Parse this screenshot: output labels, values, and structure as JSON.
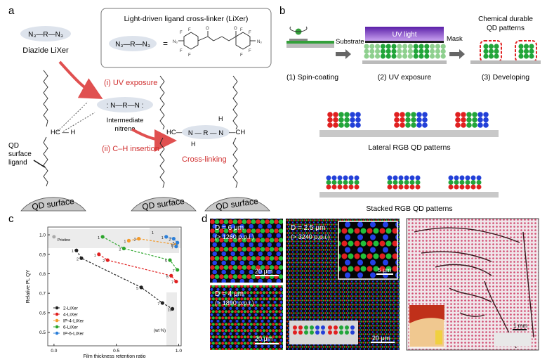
{
  "panels": {
    "a": "a",
    "b": "b",
    "c": "c",
    "d": "d"
  },
  "a": {
    "diazide_formula": "N₃—R—N₃",
    "diazide_label": "Diazide LiXer",
    "box_title": "Light-driven ligand cross-linker (LiXer)",
    "box_formula": "N₃—R—N₃",
    "equals": "=",
    "step1": "(i) UV exposure",
    "nitrene_formula": ": N—R—N :",
    "nitrene_label_1": "Intermediate",
    "nitrene_label_2": "nitrene",
    "hc_h": "HC — H",
    "step2": "(ii) C–H insertion",
    "product_left": "HC—",
    "product_formula": "N — R — N",
    "product_right": "—CH",
    "h_atom": "H",
    "crosslinking": "Cross-linking",
    "ligand_label_1": "QD",
    "ligand_label_2": "surface",
    "ligand_label_3": "ligand",
    "qd_surface": "QD surface"
  },
  "b": {
    "substrate": "Substrate",
    "uv_light": "UV light",
    "mask": "Mask",
    "durable_1": "Chemical durable",
    "durable_2": "QD patterns",
    "step1": "(1) Spin-coating",
    "step2": "(2) UV exposure",
    "step3": "(3) Developing",
    "lateral": "Lateral RGB QD patterns",
    "stacked": "Stacked RGB QD patterns",
    "colors": {
      "red": "#e02020",
      "green": "#22a53a",
      "blue": "#2340d8",
      "uv": "#7a38c8"
    }
  },
  "c": {
    "annotation": "(wt %)",
    "pristine_label": "Pristine",
    "highlight_box_number": "1"
  },
  "chart_data": {
    "type": "scatter",
    "title": "",
    "xlabel": "Film thickness retention ratio",
    "ylabel": "Relative PL QY",
    "xlim": [
      -0.05,
      1.02
    ],
    "ylim": [
      0.43,
      1.04
    ],
    "xticks": [
      "0.0",
      "0.5",
      "1.0"
    ],
    "yticks": [
      "0.5",
      "0.6",
      "0.7",
      "0.8",
      "0.9",
      "1.0"
    ],
    "legend_position": "bottom-left",
    "pristine": {
      "x": 0.0,
      "y": 0.99
    },
    "series": [
      {
        "name": "2-LiXer",
        "color": "#222222",
        "points": [
          [
            0.18,
            0.92,
            "1"
          ],
          [
            0.22,
            0.88,
            "2"
          ],
          [
            0.7,
            0.73,
            "5"
          ],
          [
            0.87,
            0.65,
            "7"
          ],
          [
            0.95,
            0.62,
            "10"
          ]
        ]
      },
      {
        "name": "4-LiXer",
        "color": "#e02020",
        "points": [
          [
            0.36,
            0.9,
            "1"
          ],
          [
            0.43,
            0.87,
            "2"
          ],
          [
            0.94,
            0.79,
            "5"
          ],
          [
            0.98,
            0.76,
            "7"
          ]
        ]
      },
      {
        "name": "IP-4-LiXer",
        "color": "#f39a2a",
        "points": [
          [
            0.6,
            0.97,
            "1"
          ],
          [
            0.68,
            0.98,
            "2"
          ],
          [
            0.98,
            0.95,
            "5"
          ]
        ]
      },
      {
        "name": "6-LiXer",
        "color": "#2ca52c",
        "points": [
          [
            0.39,
            0.99,
            "1"
          ],
          [
            0.56,
            0.93,
            "2"
          ],
          [
            0.93,
            0.87,
            "5"
          ],
          [
            0.99,
            0.82,
            "7"
          ]
        ]
      },
      {
        "name": "IP-6-LiXer",
        "color": "#2c7fd8",
        "points": [
          [
            0.9,
            0.99,
            "1"
          ],
          [
            0.96,
            0.98,
            "2"
          ],
          [
            0.99,
            0.96,
            "5"
          ],
          [
            0.98,
            0.94,
            "7"
          ]
        ]
      }
    ]
  },
  "d": {
    "img1_d": "D = 6 μm",
    "img1_ppi": "(> 1260 p.p.i.)",
    "img1_scale": "20 μm",
    "img2_d": "D = 4 μm",
    "img2_ppi": "(> 1890 p.p.i.)",
    "img2_scale": "20 μm",
    "img3_d": "D = 2.5 μm",
    "img3_ppi": "(> 3240 p.p.i.)",
    "img3_scale": "20 μm",
    "inset_scale": "5 μm",
    "img4_scale": "1 mm"
  }
}
